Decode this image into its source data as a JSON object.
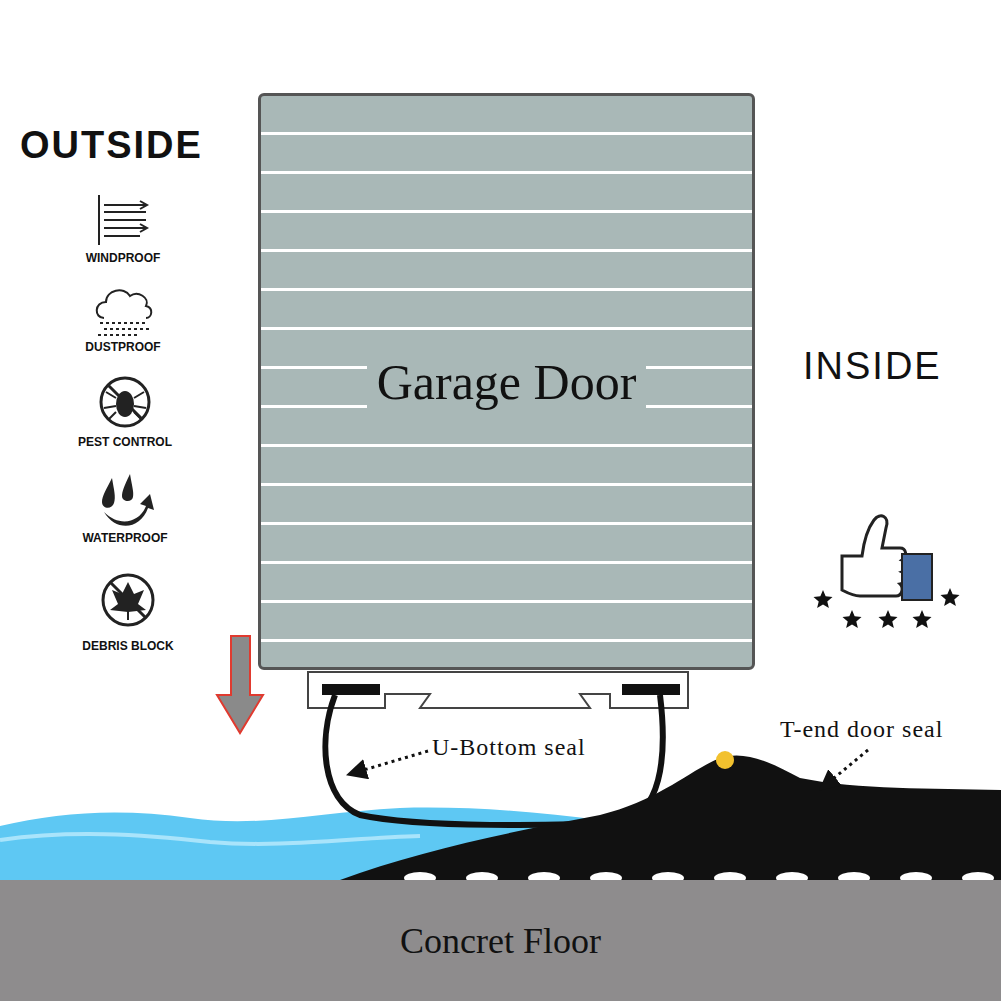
{
  "diagram": {
    "nodes": [
      {
        "text": [
          "Garage Door"
        ]
      },
      {
        "text": [
          "Concret Floor"
        ]
      }
    ],
    "labels": [
      "OUTSIDE",
      "WINDPROOF",
      "DUSTPROOF",
      "PEST CONTROL",
      "WATERPROOF",
      "DEBRIS BLOCK",
      "INSIDE",
      "U-Bottom seal",
      "T-end door seal"
    ]
  }
}
